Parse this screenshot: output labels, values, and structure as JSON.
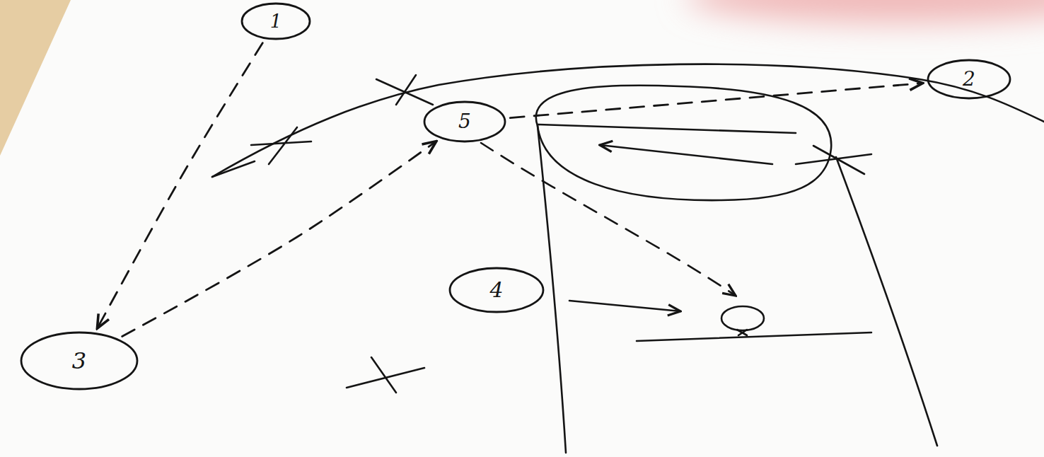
{
  "diagram": {
    "nodes": [
      {
        "text": [
          "1"
        ]
      },
      {
        "text": [
          "2"
        ]
      },
      {
        "text": [
          "5"
        ]
      },
      {
        "text": [
          "4"
        ]
      },
      {
        "text": [
          "3"
        ]
      }
    ],
    "edges": [
      {
        "from": 0,
        "to": 4,
        "arrow": "to"
      },
      {
        "from": 4,
        "to": 2,
        "arrow": "to"
      },
      {
        "from": 2,
        "to": 1,
        "arrow": "to"
      }
    ]
  }
}
